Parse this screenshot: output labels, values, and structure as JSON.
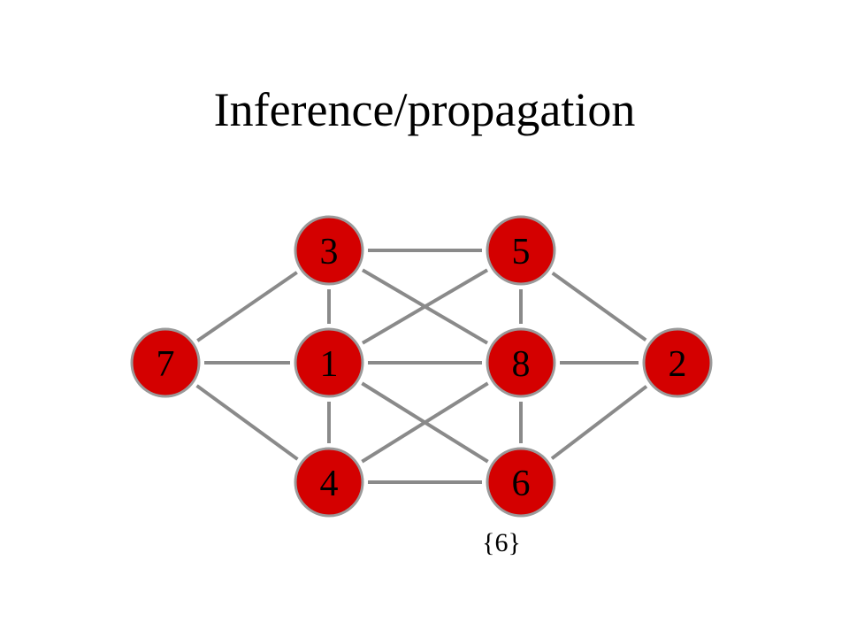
{
  "title": "Inference/propagation",
  "colors": {
    "node_fill": "#d40000",
    "node_stroke": "#9a9a9a",
    "edge": "#8a8a8a"
  },
  "graph": {
    "nodes": [
      {
        "id": "n7",
        "label": "7"
      },
      {
        "id": "n3",
        "label": "3"
      },
      {
        "id": "n1",
        "label": "1"
      },
      {
        "id": "n4",
        "label": "4"
      },
      {
        "id": "n5",
        "label": "5"
      },
      {
        "id": "n8",
        "label": "8"
      },
      {
        "id": "n6",
        "label": "6"
      },
      {
        "id": "n2",
        "label": "2"
      }
    ],
    "edges": [
      [
        "n7",
        "n3"
      ],
      [
        "n7",
        "n1"
      ],
      [
        "n7",
        "n4"
      ],
      [
        "n3",
        "n1"
      ],
      [
        "n1",
        "n4"
      ],
      [
        "n3",
        "n5"
      ],
      [
        "n3",
        "n8"
      ],
      [
        "n1",
        "n5"
      ],
      [
        "n1",
        "n8"
      ],
      [
        "n1",
        "n6"
      ],
      [
        "n4",
        "n8"
      ],
      [
        "n4",
        "n6"
      ],
      [
        "n5",
        "n8"
      ],
      [
        "n8",
        "n6"
      ],
      [
        "n5",
        "n2"
      ],
      [
        "n8",
        "n2"
      ],
      [
        "n6",
        "n2"
      ]
    ],
    "annotation": {
      "node": "n6",
      "text": "{6}"
    }
  }
}
